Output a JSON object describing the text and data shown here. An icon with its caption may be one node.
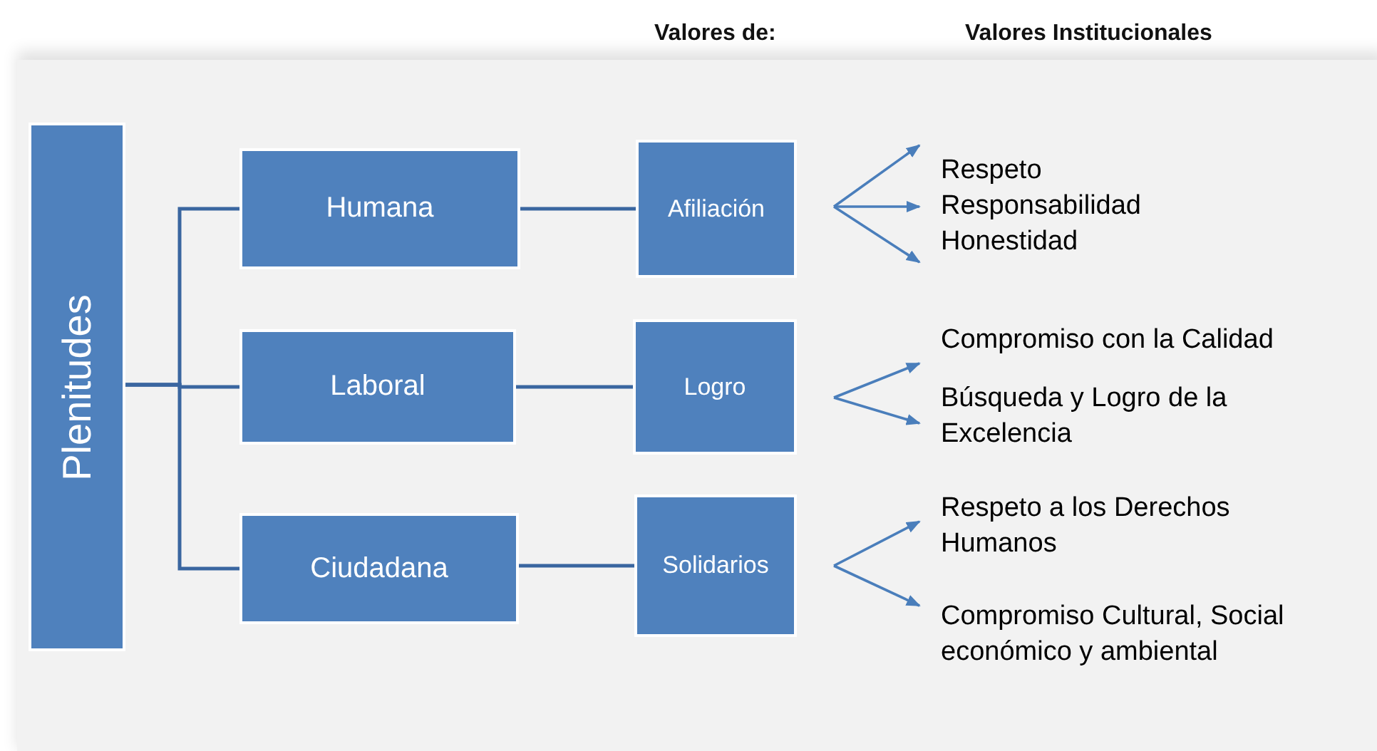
{
  "diagram": {
    "nodes": [
      {
        "text": [
          "Plenitudes"
        ]
      },
      {
        "text": [
          "Humana"
        ]
      },
      {
        "text": [
          "Laboral"
        ]
      },
      {
        "text": [
          "Ciudadana"
        ]
      },
      {
        "text": [
          "Afiliación"
        ]
      },
      {
        "text": [
          "Logro"
        ]
      },
      {
        "text": [
          "Solidarios"
        ]
      },
      {
        "text": [
          "Respeto"
        ]
      },
      {
        "text": [
          "Responsabilidad"
        ]
      },
      {
        "text": [
          "Honestidad"
        ]
      },
      {
        "text": [
          "Compromiso con la Calidad"
        ]
      },
      {
        "text": [
          "Búsqueda y Logro de la Excelencia"
        ]
      },
      {
        "text": [
          "Respeto a los Derechos Humanos"
        ]
      },
      {
        "text": [
          "Compromiso Cultural, Social económico y ambiental"
        ]
      }
    ],
    "edges": [
      {
        "from": 0,
        "to": 1,
        "arrow": "none"
      },
      {
        "from": 0,
        "to": 2,
        "arrow": "none"
      },
      {
        "from": 0,
        "to": 3,
        "arrow": "none"
      },
      {
        "from": 1,
        "to": 4,
        "arrow": "none"
      },
      {
        "from": 2,
        "to": 5,
        "arrow": "none"
      },
      {
        "from": 3,
        "to": 6,
        "arrow": "none"
      },
      {
        "from": null,
        "to": 7,
        "arrow": "to"
      },
      {
        "from": null,
        "to": 8,
        "arrow": "to"
      },
      {
        "from": null,
        "to": 9,
        "arrow": "to"
      },
      {
        "from": null,
        "to": 10,
        "arrow": "to"
      },
      {
        "from": null,
        "to": 11,
        "arrow": "to"
      },
      {
        "from": null,
        "to": 12,
        "arrow": "to"
      },
      {
        "from": null,
        "to": 13,
        "arrow": "to"
      }
    ],
    "labels": [
      "Valores de:",
      "Valores Institucionales"
    ]
  }
}
